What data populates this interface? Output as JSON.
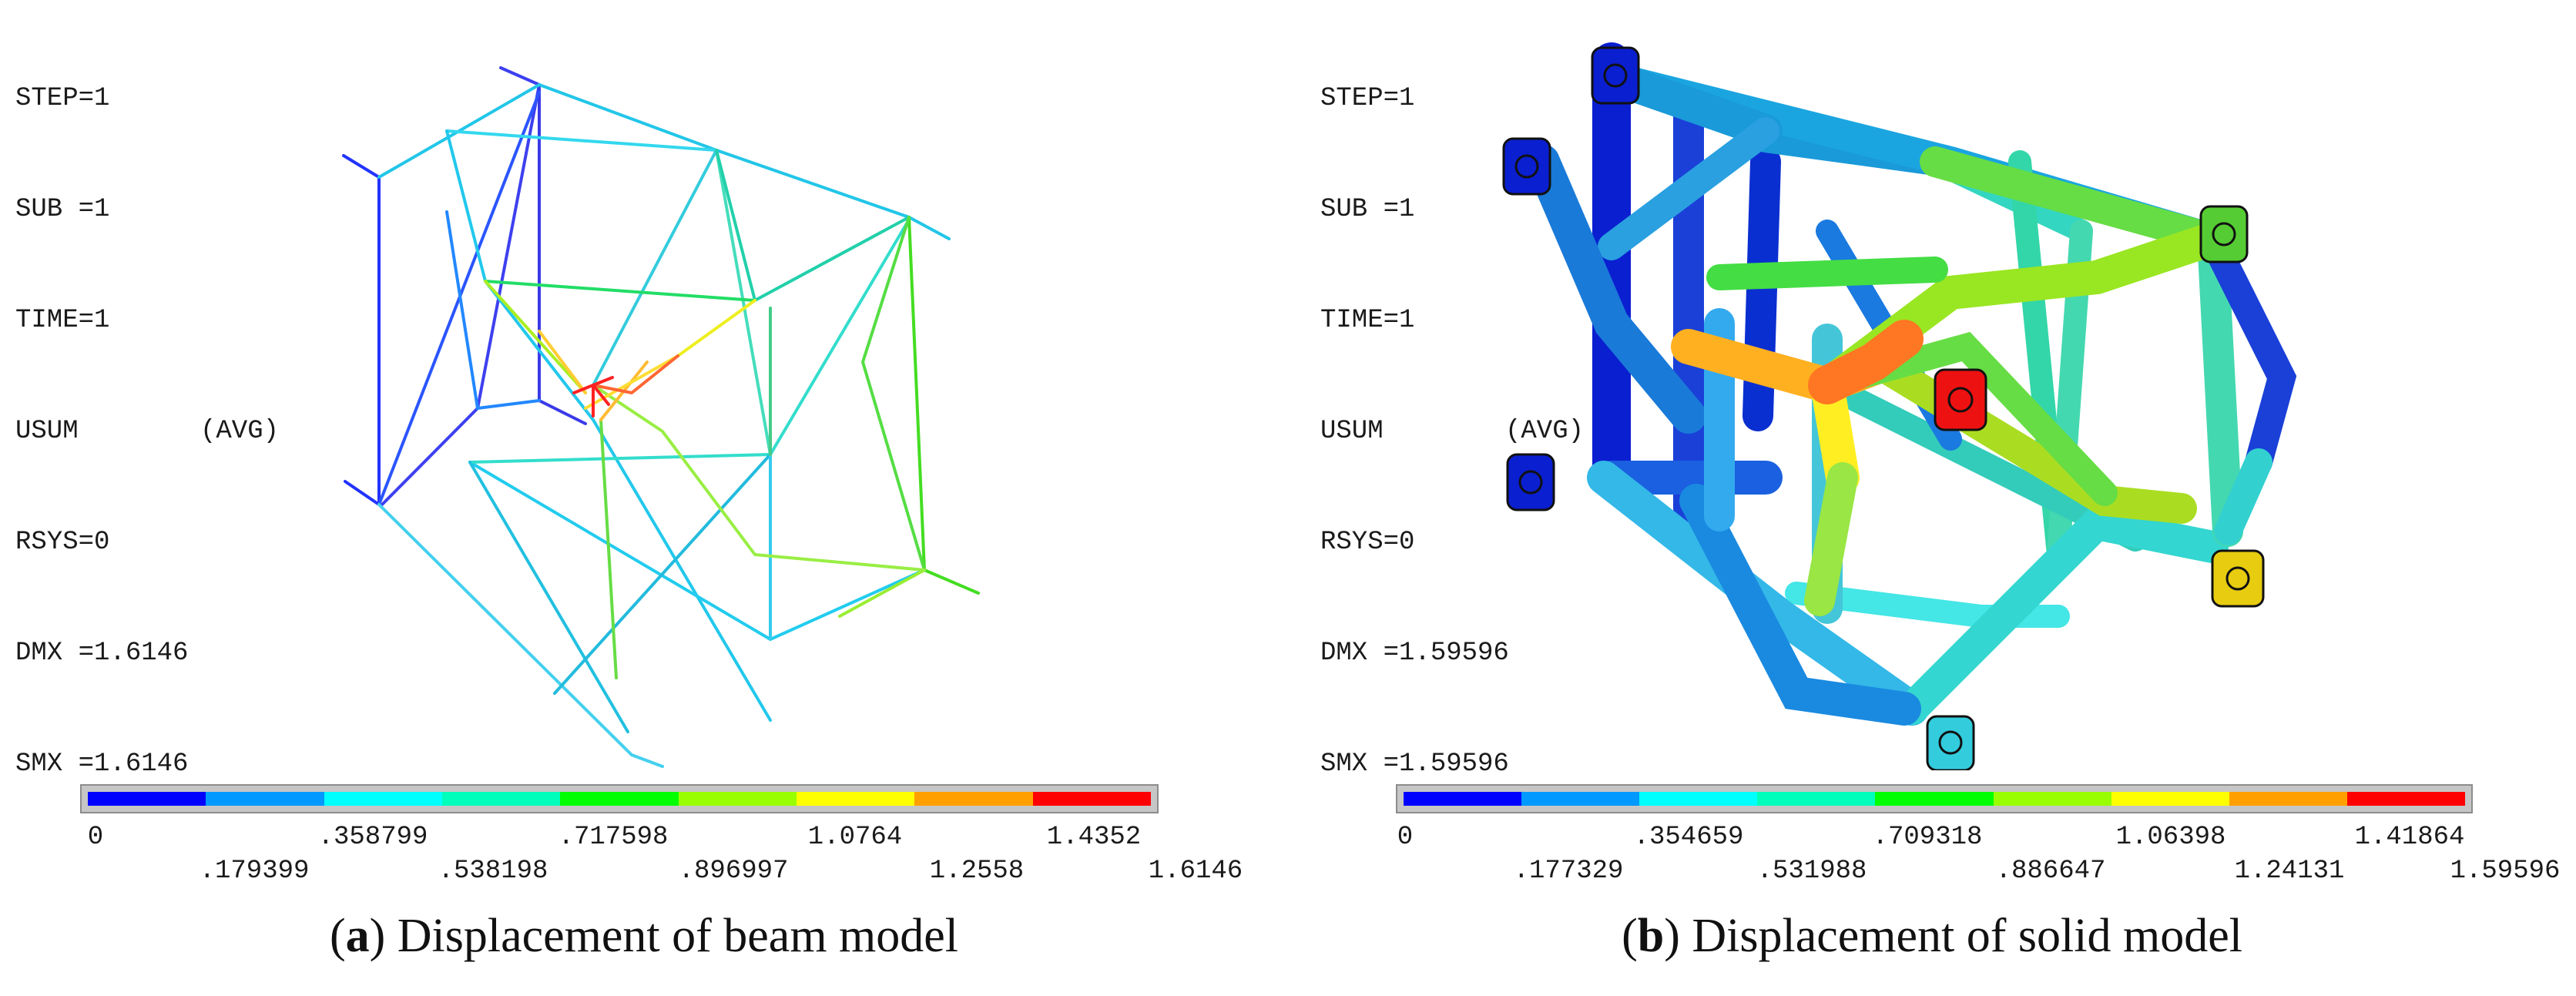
{
  "colors": {
    "legend": [
      "#0000ff",
      "#0099ff",
      "#00ffff",
      "#00ffbb",
      "#00ff00",
      "#99ff00",
      "#ffff00",
      "#ffa000",
      "#ff0000"
    ]
  },
  "panels": [
    {
      "id": "a",
      "info": {
        "step": "STEP=1",
        "sub": "SUB =1",
        "time": "TIME=1",
        "usum": "USUM",
        "avg": "(AVG)",
        "rsys": "RSYS=0",
        "dmx": "DMX =1.6146",
        "smx": "SMX =1.6146"
      },
      "legend_ticks_upper": [
        "0",
        ".358799",
        ".717598",
        "1.0764",
        "1.4352"
      ],
      "legend_ticks_lower": [
        ".179399",
        ".538198",
        ".896997",
        "1.2558",
        "1.6146"
      ],
      "caption_letter": "a",
      "caption_text": "Displacement of beam model"
    },
    {
      "id": "b",
      "info": {
        "step": "STEP=1",
        "sub": "SUB =1",
        "time": "TIME=1",
        "usum": "USUM",
        "avg": "(AVG)",
        "rsys": "RSYS=0",
        "dmx": "DMX =1.59596",
        "smx": "SMX =1.59596"
      },
      "legend_ticks_upper": [
        "0",
        ".354659",
        ".709318",
        "1.06398",
        "1.41864"
      ],
      "legend_ticks_lower": [
        ".177329",
        ".531988",
        ".886647",
        "1.24131",
        "1.59596"
      ],
      "caption_letter": "b",
      "caption_text": "Displacement of solid model"
    }
  ]
}
